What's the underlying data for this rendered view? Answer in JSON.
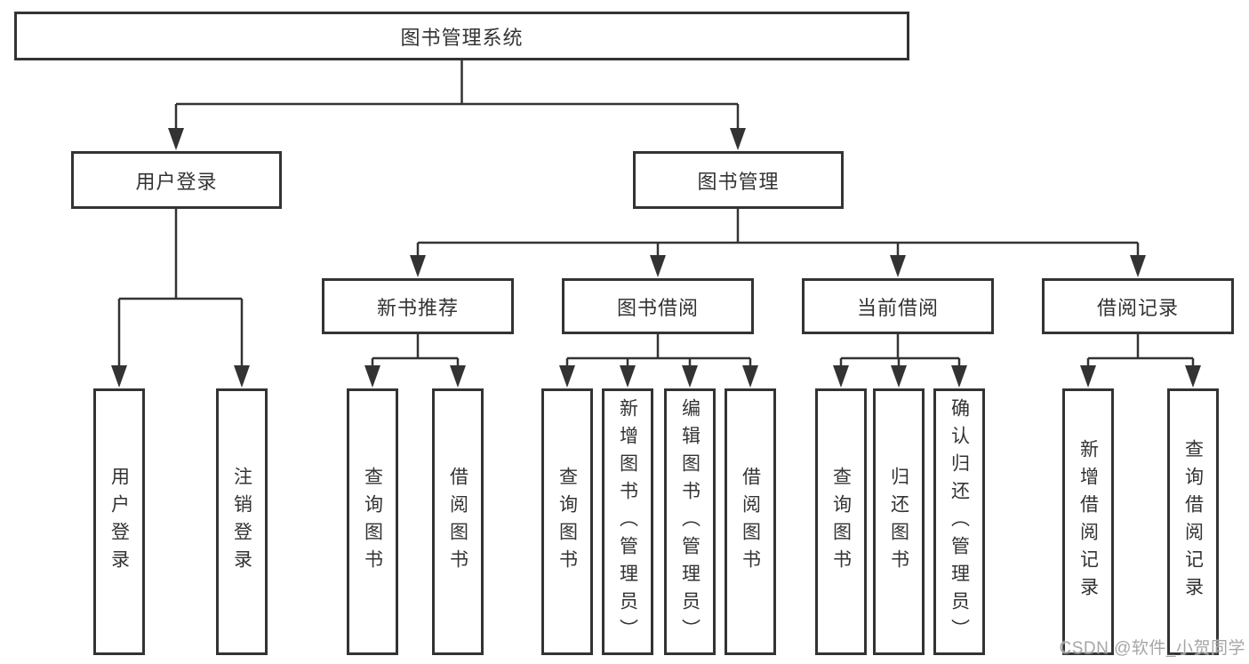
{
  "root": {
    "label": "图书管理系统"
  },
  "branches": [
    {
      "label": "用户登录",
      "children": [
        {
          "label": "用户登录"
        },
        {
          "label": "注销登录"
        }
      ]
    },
    {
      "label": "图书管理",
      "children": [
        {
          "label": "新书推荐",
          "children": [
            {
              "label": "查询图书"
            },
            {
              "label": "借阅图书"
            }
          ]
        },
        {
          "label": "图书借阅",
          "children": [
            {
              "label": "查询图书"
            },
            {
              "label": "新增图书（管理员）"
            },
            {
              "label": "编辑图书（管理员）"
            },
            {
              "label": "借阅图书"
            }
          ]
        },
        {
          "label": "当前借阅",
          "children": [
            {
              "label": "查询图书"
            },
            {
              "label": "归还图书"
            },
            {
              "label": "确认归还（管理员）"
            }
          ]
        },
        {
          "label": "借阅记录",
          "children": [
            {
              "label": "新增借阅记录"
            },
            {
              "label": "查询借阅记录"
            }
          ]
        }
      ]
    }
  ],
  "watermark": {
    "text": "CSDN @软件_小贺同学"
  },
  "colors": {
    "line": "#333333",
    "text": "#333333",
    "box_background": "#ffffff",
    "page_background": "#ffffff",
    "watermark": "#a6a6a6"
  }
}
